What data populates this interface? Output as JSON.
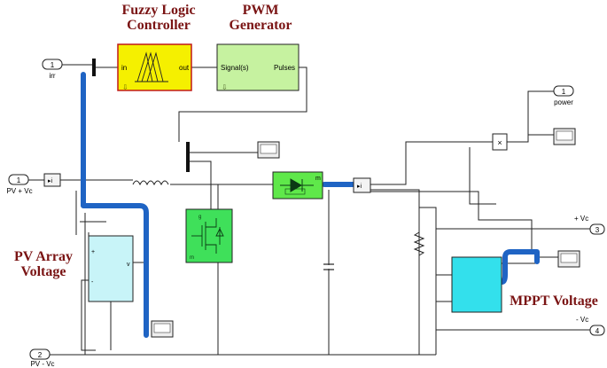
{
  "annotations": {
    "flc_line1": "Fuzzy Logic",
    "flc_line2": "Controller",
    "pwm_line1": "PWM",
    "pwm_line2": "Generator",
    "pv_line1": "PV Array",
    "pv_line2": "Voltage",
    "mppt": "MPPT Voltage"
  },
  "ports": {
    "in1": {
      "num": "1",
      "label": "irr"
    },
    "in_pv_pos": {
      "num": "1",
      "label": "PV + Vc"
    },
    "in_pv_neg": {
      "num": "2",
      "label": "PV - Vc"
    },
    "out_power": {
      "num": "1",
      "label": "power"
    },
    "out_vpos": {
      "num": "3",
      "label": "+ Vc"
    },
    "out_vneg": {
      "num": "4",
      "label": "- Vc"
    }
  },
  "blocks": {
    "fuzzy_in": "in",
    "fuzzy_out": "out",
    "pwm_in": "Signal(s)",
    "pwm_out": "Pulses",
    "product": "×",
    "pv_v": "v",
    "pv_plus": "+",
    "pv_minus": "-",
    "diode_m": "m"
  },
  "colors": {
    "annotation": "#7a1414",
    "fuzzy": "#f5f000",
    "pwm": "#c6f2a0",
    "mosfet": "#3fe05a",
    "diode": "#5fe84a",
    "sensor": "#c8f4f8",
    "mppt_block": "#33e0ec",
    "highlight": "#1f64c4"
  }
}
